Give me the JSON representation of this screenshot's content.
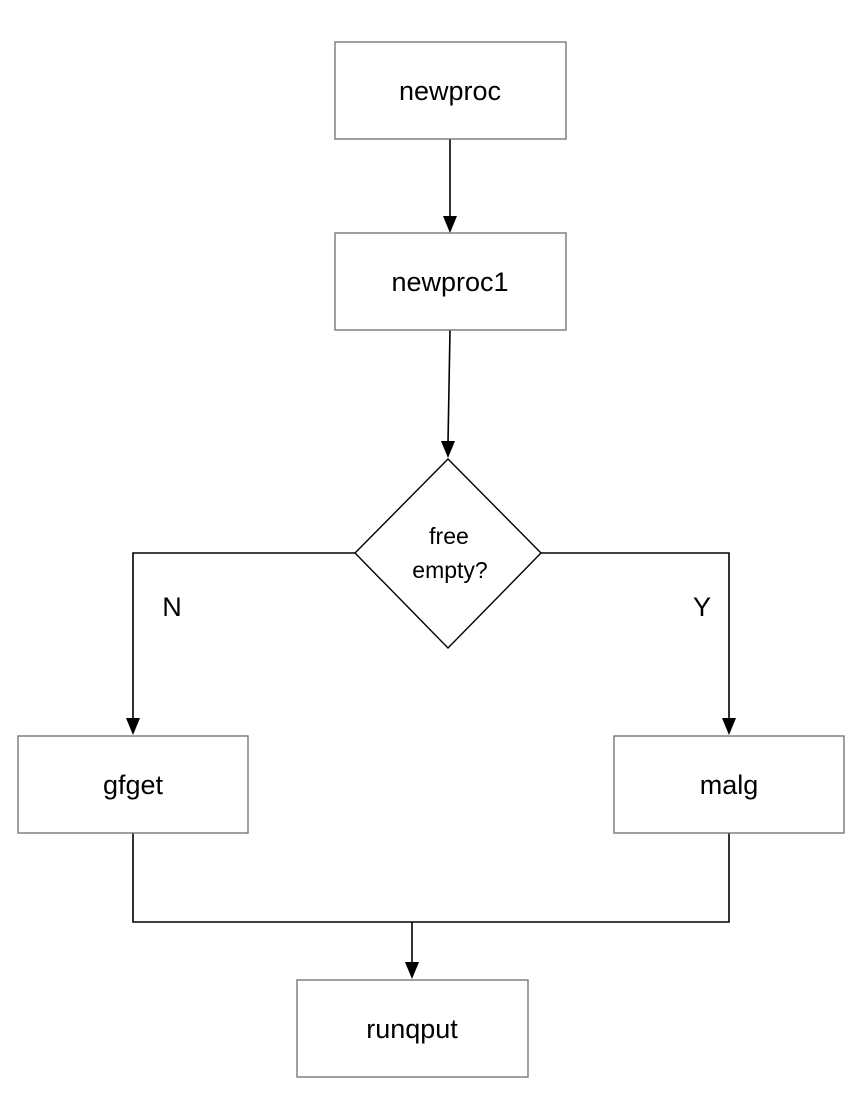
{
  "nodes": {
    "newproc": "newproc",
    "newproc1": "newproc1",
    "decision": {
      "line1": "free",
      "line2": "empty?"
    },
    "gfget": "gfget",
    "malg": "malg",
    "runqput": "runqput"
  },
  "branches": {
    "no": "N",
    "yes": "Y"
  }
}
